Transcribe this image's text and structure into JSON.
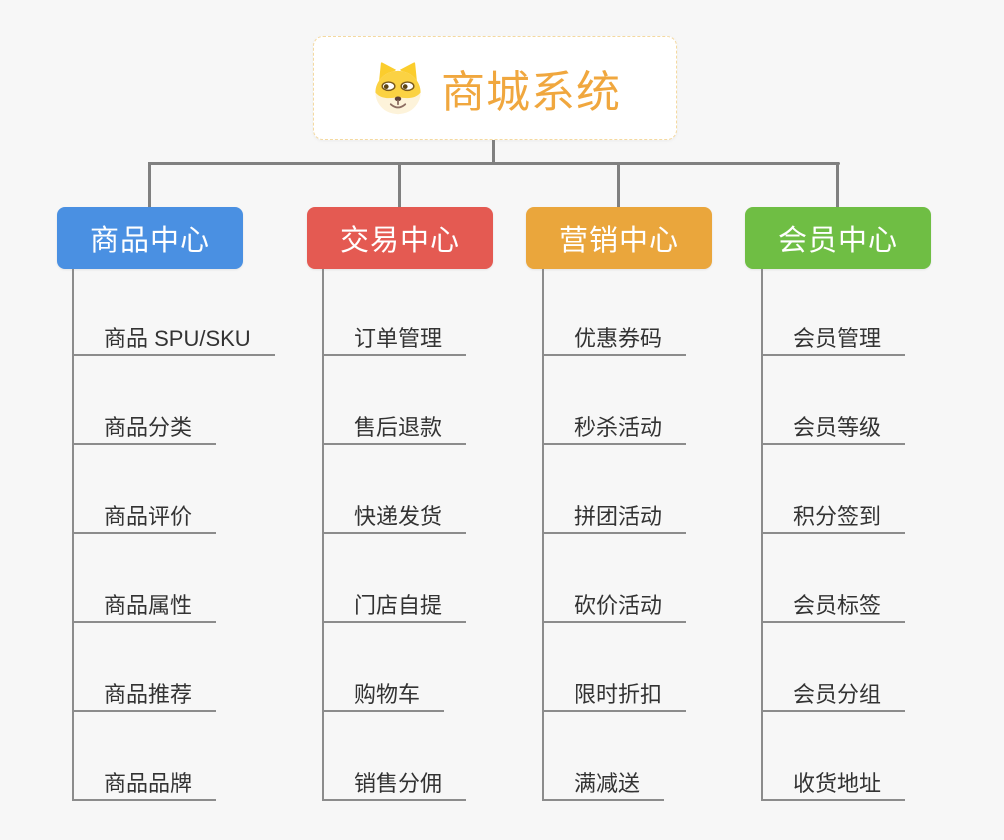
{
  "canvas": {
    "background_color": "#f7f7f7",
    "connector_color": "#808080",
    "leaf_line_color": "#8c8c8c",
    "leaf_text_color": "#333333"
  },
  "root": {
    "title": "商城系统",
    "title_color": "#f0a73e",
    "border_color": "#f4d9a0",
    "icon": "doge-face-icon"
  },
  "branches": [
    {
      "label": "商品中心",
      "color": "#4a90e2",
      "items": [
        "商品 SPU/SKU",
        "商品分类",
        "商品评价",
        "商品属性",
        "商品推荐",
        "商品品牌"
      ]
    },
    {
      "label": "交易中心",
      "color": "#e45a52",
      "items": [
        "订单管理",
        "售后退款",
        "快递发货",
        "门店自提",
        "购物车",
        "销售分佣"
      ]
    },
    {
      "label": "营销中心",
      "color": "#eaa63c",
      "items": [
        "优惠券码",
        "秒杀活动",
        "拼团活动",
        "砍价活动",
        "限时折扣",
        "满减送"
      ]
    },
    {
      "label": "会员中心",
      "color": "#6fbe44",
      "items": [
        "会员管理",
        "会员等级",
        "积分签到",
        "会员标签",
        "会员分组",
        "收货地址"
      ]
    }
  ]
}
